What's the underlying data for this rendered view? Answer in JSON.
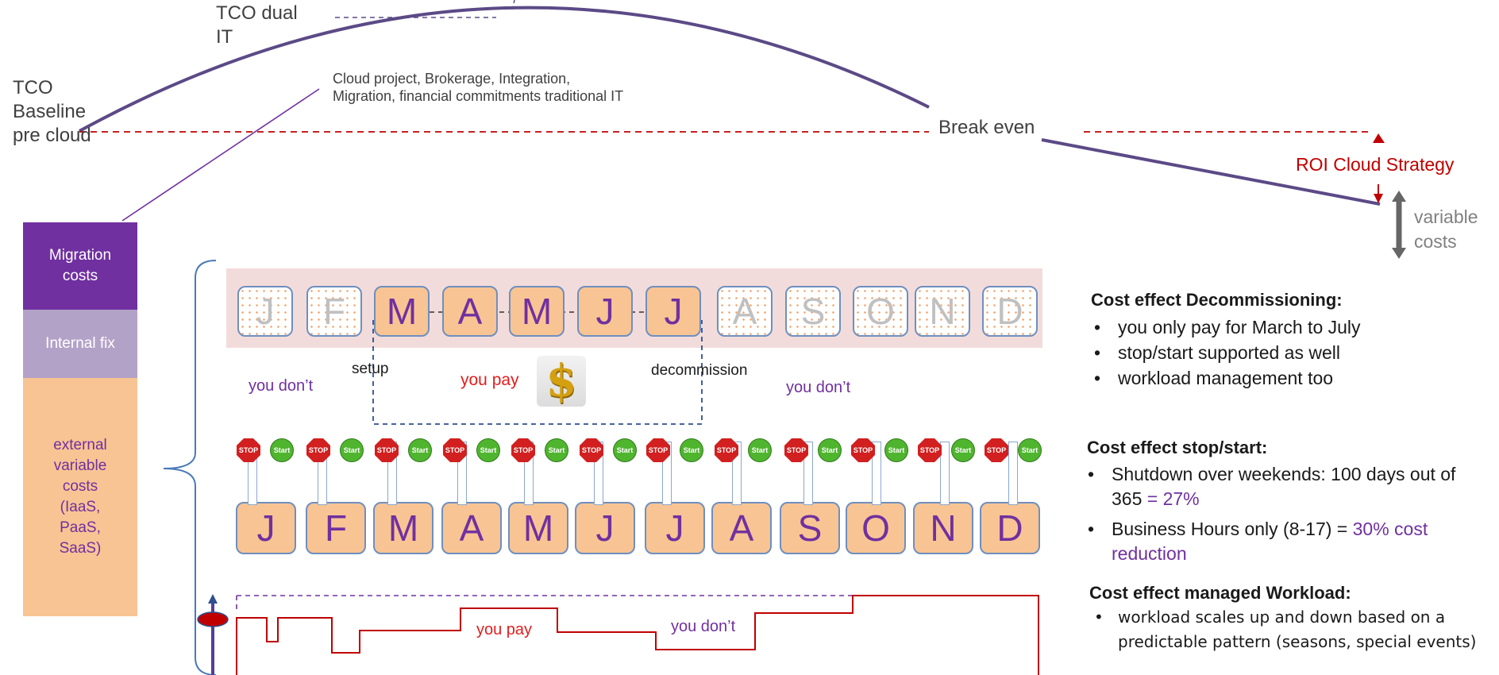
{
  "colors": {
    "curve": "#5b4a86",
    "baseline_dash": "#c00000",
    "purple_text": "#7030a0",
    "red_text": "#c00000",
    "migration": "#7030a0",
    "internal": "#b3a2c7",
    "external": "#f8c493",
    "band": "#f2dcdb"
  },
  "top": {
    "tco_dual": "TCO dual\nIT",
    "tco_baseline": "TCO\nBaseline\npre cloud",
    "cloud_project": "Cloud project, Brokerage, Integration,\nMigration, financial commitments traditional IT",
    "break_even": "Break even",
    "roi": "ROI Cloud Strategy",
    "variable_costs": "variable\ncosts"
  },
  "stack": {
    "migration": "Migration\ncosts",
    "internal": "Internal fix",
    "external": "external\nvariable\ncosts\n(IaaS,\nPaaS,\nSaaS)"
  },
  "months": [
    "J",
    "F",
    "M",
    "A",
    "M",
    "J",
    "J",
    "A",
    "S",
    "O",
    "N",
    "D"
  ],
  "active_months": [
    2,
    3,
    4,
    5,
    6
  ],
  "decommission_row": {
    "you_dont_left": "you don’t",
    "setup": "setup",
    "you_pay": "you pay",
    "dollar": "$",
    "decommission": "decommission",
    "you_dont_right": "you don’t"
  },
  "stop_label": "STOP",
  "start_label": "Start",
  "workload": {
    "you_pay": "you pay",
    "you_dont": "you don’t"
  },
  "panel": {
    "decom_title": "Cost effect Decommissioning:",
    "decom_items": [
      "you only pay for March to July",
      "stop/start supported as well",
      "workload management too"
    ],
    "stopstart_title": "Cost effect stop/start:",
    "ss_item1": "Shutdown over weekends: 100 days out of 365",
    "ss_item1_hl": " = 27%",
    "ss_item2": "Business Hours only (8-17)  =",
    "ss_item2_hl": " 30% cost reduction",
    "workload_title": "Cost effect managed Workload:",
    "workload_item": "workload scales up and down based on a predictable pattern (seasons, special events)"
  }
}
